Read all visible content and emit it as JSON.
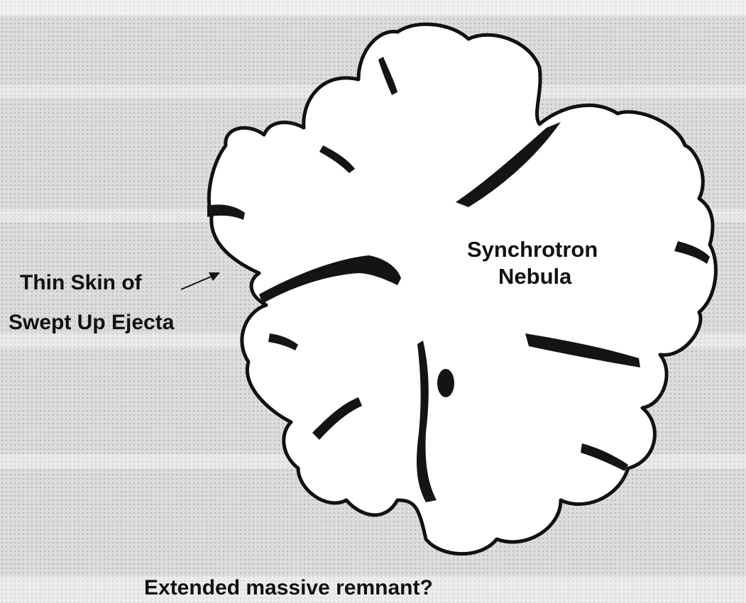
{
  "diagram": {
    "labels": {
      "nebula_line1": "Synchrotron",
      "nebula_line2": "Nebula",
      "skin_line1": "Thin Skin of",
      "skin_line2": "Swept Up Ejecta",
      "remnant": "Extended massive remnant?"
    },
    "colors": {
      "background_light": "#e3e3e3",
      "background_dark": "#bdbdbd",
      "nebula_fill": "#ffffff",
      "outline": "#111111",
      "filament": "#141414"
    }
  }
}
